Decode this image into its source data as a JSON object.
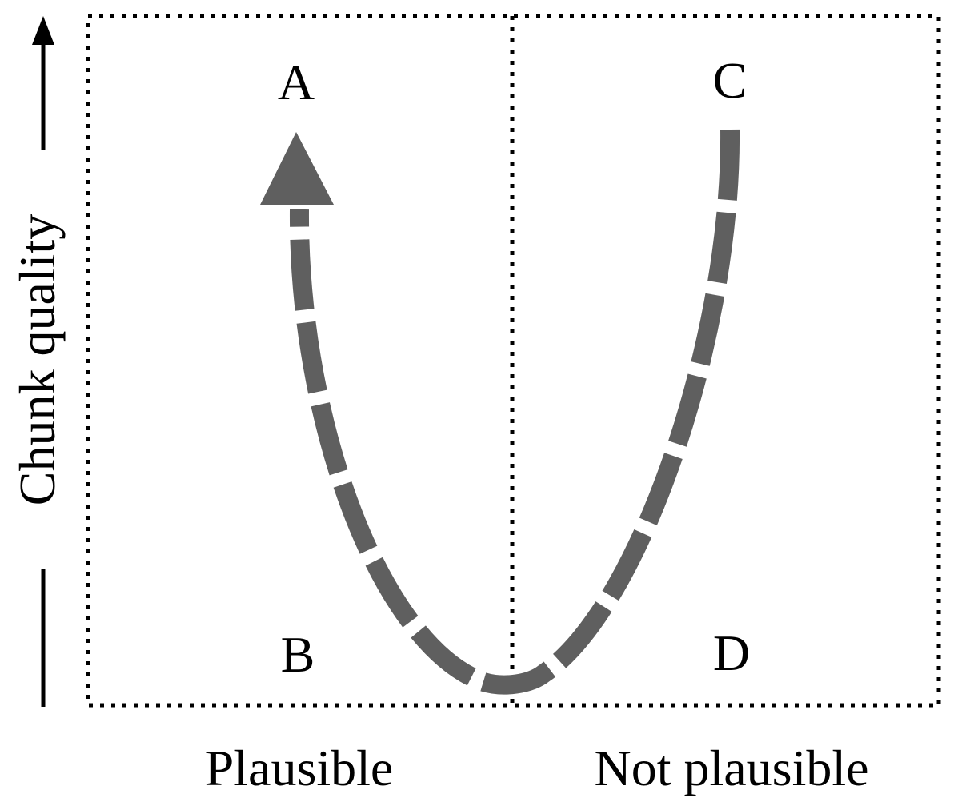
{
  "y_axis": {
    "label": "Chunk quality"
  },
  "x_axis": {
    "left_label": "Plausible",
    "right_label": "Not plausible"
  },
  "quadrants": {
    "top_left": "A",
    "bottom_left": "B",
    "top_right": "C",
    "bottom_right": "D"
  },
  "colors": {
    "path": "#5f5f5f",
    "border": "#000000",
    "text": "#000000"
  }
}
